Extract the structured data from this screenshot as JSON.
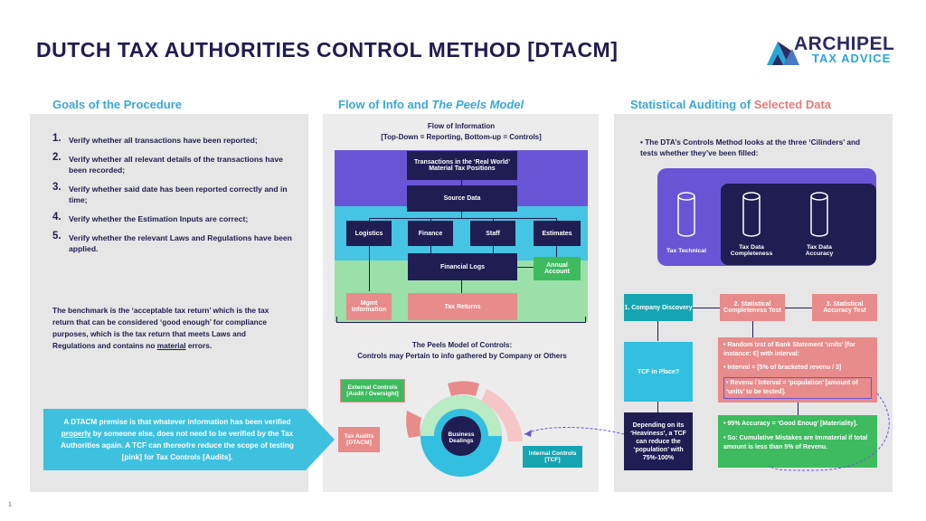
{
  "header": {
    "title": "DUTCH TAX AUTHORITIES CONTROL METHOD [DTACM]",
    "logo_main": "ARCHIPEL",
    "logo_sub": "TAX ADVICE"
  },
  "goals": {
    "heading": "Goals of the Procedure",
    "items": [
      {
        "num": "1.",
        "text": "Verify whether all transactions have been reported;"
      },
      {
        "num": "2.",
        "text": "Verify whether all relevant details of the transactions have been recorded;"
      },
      {
        "num": "3.",
        "text": "Verify whether said date has been reported correctly and in time;"
      },
      {
        "num": "4.",
        "text": "Verify whether the Estimation Inputs are correct;"
      },
      {
        "num": "5.",
        "text": "Verify whether the relevant Laws and Regulations have been applied."
      }
    ],
    "benchmark_1": "The benchmark is the ‘acceptable tax return’ which is the tax return that can be considered ‘good enough’ for compliance purposes, which is the tax return that meets Laws and Regulations and contains no ",
    "benchmark_em": "material",
    "benchmark_2": " errors.",
    "callout_1": "A DTACM premise is that whatever information has been verified ",
    "callout_em": "properly",
    "callout_2": " by someone else, does not need to be verified by the Tax Authorities again. A TCF can thereofre reduce the scope of testing [pink] for Tax Controls [Audits]."
  },
  "flow": {
    "heading_1": "Flow of Info and ",
    "heading_2": "The Peels Model",
    "subtitle_1": "Flow of Information",
    "subtitle_2": "[Top-Down = Reporting, Bottom-up = Controls]",
    "real_world": "Transactions in the ‘Real World’ Material Tax Positions",
    "source_data": "Source Data",
    "logistics": "Logistics",
    "finance": "Finance",
    "staff": "Staff",
    "estimates": "Estimates",
    "financial_logs": "Financial Logs",
    "annual_account": "Annual Account",
    "mgmt_info": "Mgmt Information",
    "tax_returns": "Tax Returns",
    "peels_title_1": "The Peels Model of Controls:",
    "peels_title_2": "Controls may Pertain to info gathered by Company or Others",
    "external_controls": "External Controls [Audit / Oversight]",
    "tax_audits": "Tax Audits [DTACM]",
    "business_dealings": "Business Dealings",
    "internal_controls": "Internal Controls [TCF]"
  },
  "stat": {
    "heading_1": "Statistical Auditing of ",
    "heading_2": "Selected Data",
    "intro": "The DTA’s Controls Method looks at the three ‘Cilinders’ and tests whether they’ve been filled:",
    "cyl_1": "Tax Technical",
    "cyl_2": "Tax Data Completeness",
    "cyl_3": "Tax Data Accuracy",
    "step_1": "1. Company Discovery",
    "step_2": "2. Statistical Completeness Test",
    "step_3": "3. Statistical Accuracy Test",
    "tcf": "TCF in Place?",
    "depending": "Depending on its ‘Heaviness’, a TCF can reduce the ‘population’ with 75%-100%",
    "rand_1": "Random test of Bank Statement ‘units’ [for instance: €] with interval:",
    "rand_2": "Interval = [5% of bracketed revenu / 3]",
    "rand_3": "Revenu / Interval = ‘population’ [amount of ‘units’ to be tested].",
    "acc_1": "95% Accuracy = ‘Good Enoug’ [Materiality].",
    "acc_2": "So: Cumulative Mistakes are Immaterial if total amount is less than 5% of Revenu."
  },
  "footer": {
    "page": "1"
  },
  "colors": {
    "navy": "#1f1d52",
    "cyan": "#3aa8d8",
    "salmon": "#e88b8b",
    "green": "#3dbb5e",
    "purple": "#6a54d6"
  }
}
